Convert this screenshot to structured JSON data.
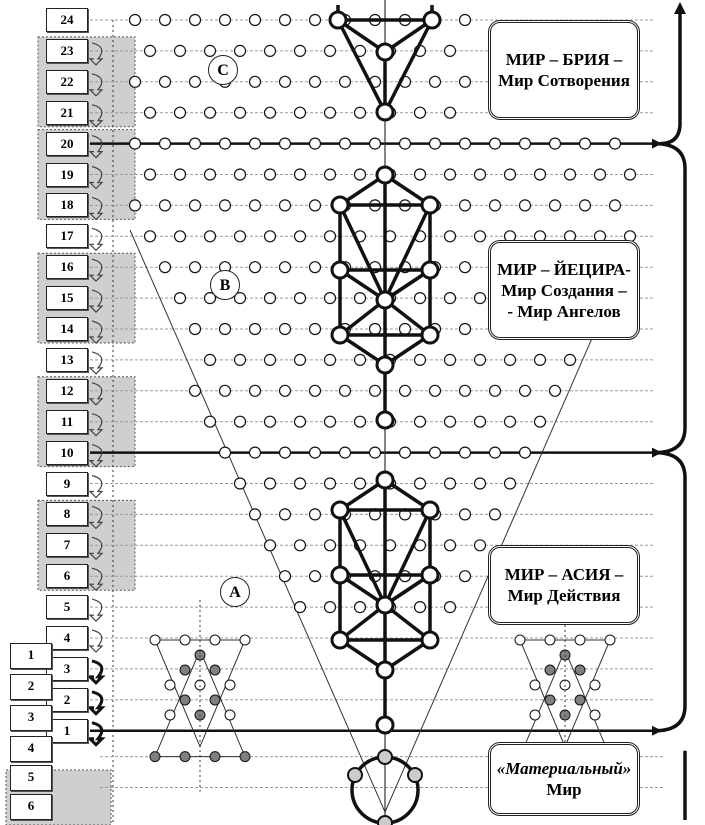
{
  "levels": [
    "1",
    "2",
    "3",
    "4",
    "5",
    "6",
    "7",
    "8",
    "9",
    "10",
    "11",
    "12",
    "13",
    "14",
    "15",
    "16",
    "17",
    "18",
    "19",
    "20",
    "21",
    "22",
    "23",
    "24"
  ],
  "lower_levels": [
    "1",
    "2",
    "3",
    "4",
    "5",
    "6"
  ],
  "region_labels": {
    "a": "A",
    "b": "B",
    "c": "C"
  },
  "worlds": {
    "beria": {
      "line1": "МИР – БРИЯ –",
      "line2": "Мир Сотворения"
    },
    "yetzirah": {
      "line1": "МИР – ЙЕЦИРА-",
      "line2": "Мир Создания –",
      "line3": "- Мир Ангелов"
    },
    "assiah": {
      "line1": "МИР – АСИЯ –",
      "line2": "Мир Действия"
    },
    "material": {
      "line1": "«Материальный»",
      "line2": "Мир"
    }
  },
  "colors": {
    "ink": "#111111",
    "grid": "#9a9a9a",
    "shade": "#cfcfcf",
    "filled_node": "#808080"
  }
}
